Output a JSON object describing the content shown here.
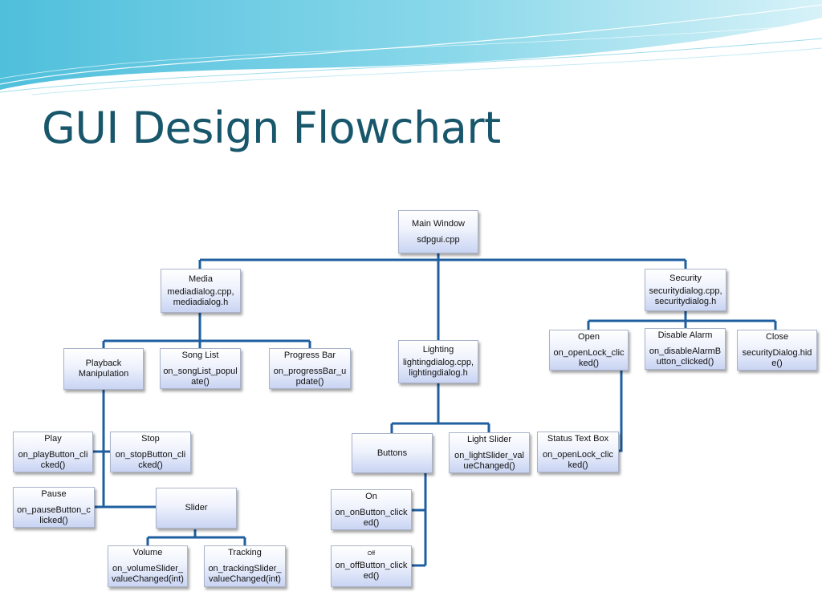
{
  "slide": {
    "title": "GUI Design Flowchart"
  },
  "nodes": {
    "main": {
      "title": "Main Window",
      "file": "sdpgui.cpp"
    },
    "media": {
      "title": "Media",
      "file": "mediadialog.cpp,\nmediadialog.h"
    },
    "security": {
      "title": "Security",
      "file": "securitydialog.cpp,\nsecuritydialog.h"
    },
    "lighting": {
      "title": "Lighting",
      "file": "lightingdialog.cpp,\nlightingdialog.h"
    },
    "playback": {
      "title": "Playback\nManipulation"
    },
    "song_list": {
      "title": "Song List",
      "func": "on_songList_popul\nate()"
    },
    "progress_bar": {
      "title": "Progress Bar",
      "func": "on_progressBar_u\npdate()"
    },
    "play": {
      "title": "Play",
      "func": "on_playButton_cli\ncked()"
    },
    "stop": {
      "title": "Stop",
      "func": "on_stopButton_cli\ncked()"
    },
    "pause": {
      "title": "Pause",
      "func": "on_pauseButton_c\nlicked()"
    },
    "slider": {
      "title": "Slider"
    },
    "volume": {
      "title": "Volume",
      "func": "on_volumeSlider_\nvalueChanged(int)"
    },
    "tracking": {
      "title": "Tracking",
      "func": "on_trackingSlider_\nvalueChanged(int)"
    },
    "buttons": {
      "title": "Buttons"
    },
    "light_slider": {
      "title": "Light Slider",
      "func": "on_lightSlider_val\nueChanged()"
    },
    "on": {
      "title": "On",
      "func": "on_onButton_click\ned()"
    },
    "off": {
      "title": "Off",
      "func": "on_offButton_click\ned()"
    },
    "open": {
      "title": "Open",
      "func": "on_openLock_clic\nked()"
    },
    "disable_alarm": {
      "title": "Disable Alarm",
      "func": "on_disableAlarmB\nutton_clicked()"
    },
    "close": {
      "title": "Close",
      "func": "securityDialog.hid\ne()"
    },
    "status_text_box": {
      "title": "Status Text Box",
      "func": "on_openLock_clic\nked()"
    }
  },
  "colors": {
    "title": "#17566b",
    "connector": "#1f5fa0",
    "header_band": "#5cc3dc",
    "box_bottom": "#c9d4f3"
  }
}
